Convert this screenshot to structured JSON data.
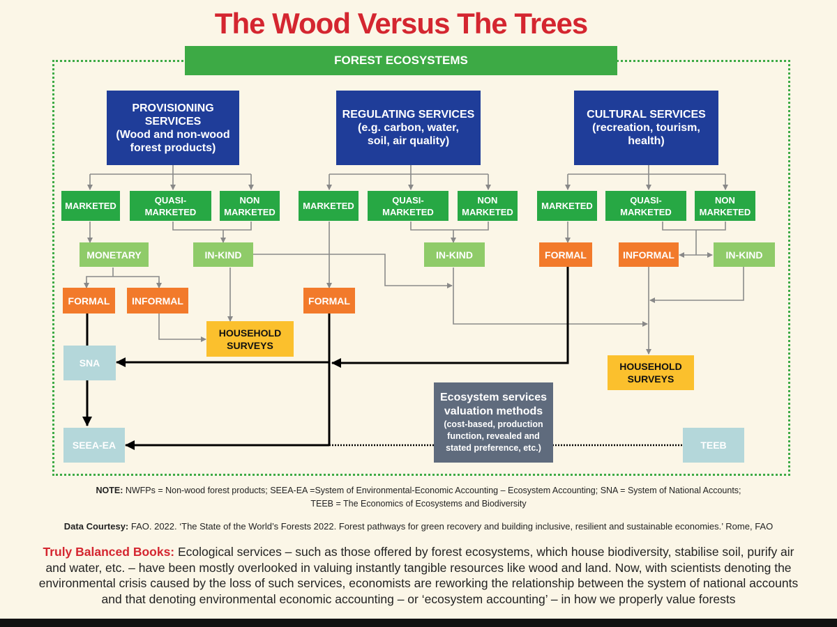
{
  "title": "The Wood Versus The Trees",
  "forest_ecosystems": "FOREST ECOSYSTEMS",
  "services": {
    "provisioning": {
      "line1": "PROVISIONING SERVICES",
      "line2": "(Wood and non-wood",
      "line3": "forest products)"
    },
    "regulating": {
      "line1": "REGULATING SERVICES",
      "line2": "(e.g. carbon, water,",
      "line3": "soil, air quality)"
    },
    "cultural": {
      "line1": "CULTURAL SERVICES",
      "line2": "(recreation, tourism,",
      "line3": "health)"
    }
  },
  "labels": {
    "marketed": "MARKETED",
    "quasi_marketed": "QUASI-MARKETED",
    "non": "NON",
    "marketed_b": "MARKETED",
    "monetary": "MONETARY",
    "in_kind": "IN-KIND",
    "formal": "FORMAL",
    "informal": "INFORMAL",
    "household": "HOUSEHOLD",
    "surveys": "SURVEYS",
    "sna": "SNA",
    "seea_ea": "SEEA-EA",
    "teeb": "TEEB"
  },
  "valuation": {
    "line1": "Ecosystem services",
    "line2": "valuation methods",
    "line3": "(cost-based, production",
    "line4": "function, revealed and",
    "line5": "stated preference, etc.)"
  },
  "note": {
    "label": "NOTE:",
    "text1": " NWFPs = Non-wood forest products; SEEA-EA =System of Environmental-Economic Accounting – Ecosystem Accounting; SNA = System of National Accounts;",
    "text2": "TEEB = The Economics of Ecosystems and Biodiversity"
  },
  "courtesy": {
    "label": "Data Courtesy:",
    "text": " FAO. 2022. ‘The State of the World’s Forests 2022. Forest pathways for green recovery and building inclusive, resilient and sustainable economies.’ Rome, FAO"
  },
  "summary": {
    "label": "Truly Balanced Books:",
    "text": " Ecological services – such as those offered by forest ecosystems, which house biodiversity, stabilise soil, purify air and water, etc. – have been mostly overlooked in valuing instantly tangible resources like wood and land. Now, with scientists denoting the environmental crisis caused by the loss of such services, economists are reworking the relationship between the system of national accounts and that denoting environmental economic accounting – or ‘ecosystem accounting’ – in how we properly value forests"
  },
  "colors": {
    "title_red": "#d42630",
    "forest_green": "#3daa45",
    "service_blue": "#1f3d99",
    "market_green": "#27a844",
    "light_green": "#8fcb69",
    "orange": "#f27a2b",
    "yellow": "#fbc02d",
    "light_blue": "#b4d7da",
    "slate": "#5f6b7d"
  }
}
